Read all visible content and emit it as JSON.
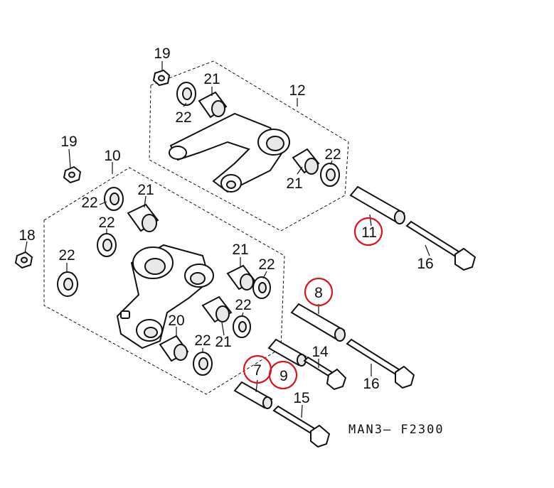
{
  "diagram_code": "MAN3– F2300",
  "highlight_color": "#d9141e",
  "callouts": {
    "c19a": "19",
    "c21a": "21",
    "c12": "12",
    "c22a": "22",
    "c22b": "22",
    "c21b": "21",
    "c19b": "19",
    "c10": "10",
    "c22c": "22",
    "c21c": "21",
    "c22d": "22",
    "c18": "18",
    "c22e": "22",
    "c21d": "21",
    "c22f": "22",
    "c22g": "22",
    "c20": "20",
    "c22h": "22",
    "c21e": "21",
    "c11": "11",
    "c16a": "16",
    "c8": "8",
    "c14": "14",
    "c16b": "16",
    "c7": "7",
    "c9": "9",
    "c15": "15"
  }
}
